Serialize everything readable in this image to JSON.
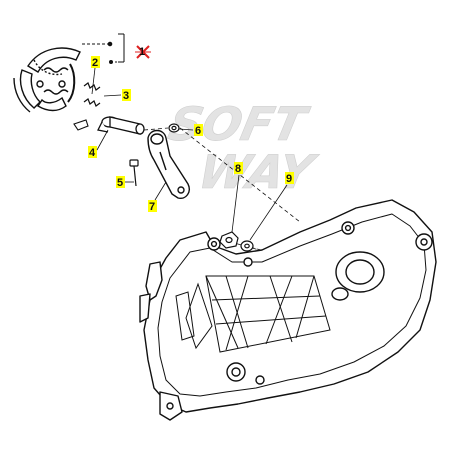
{
  "watermark": {
    "line1": "SOFT",
    "line2": "WAY"
  },
  "labels": [
    {
      "id": "1",
      "text": "1"
    },
    {
      "id": "2",
      "text": "2"
    },
    {
      "id": "3",
      "text": "3"
    },
    {
      "id": "4",
      "text": "4"
    },
    {
      "id": "5",
      "text": "5"
    },
    {
      "id": "6",
      "text": "6"
    },
    {
      "id": "7",
      "text": "7"
    },
    {
      "id": "8",
      "text": "8"
    },
    {
      "id": "9",
      "text": "9"
    }
  ],
  "colors": {
    "label_highlight": "#ffff00",
    "marker_red": "#e02020",
    "line": "#111111"
  },
  "icons": {
    "selection_marker": "red-cross-marker-icon"
  }
}
